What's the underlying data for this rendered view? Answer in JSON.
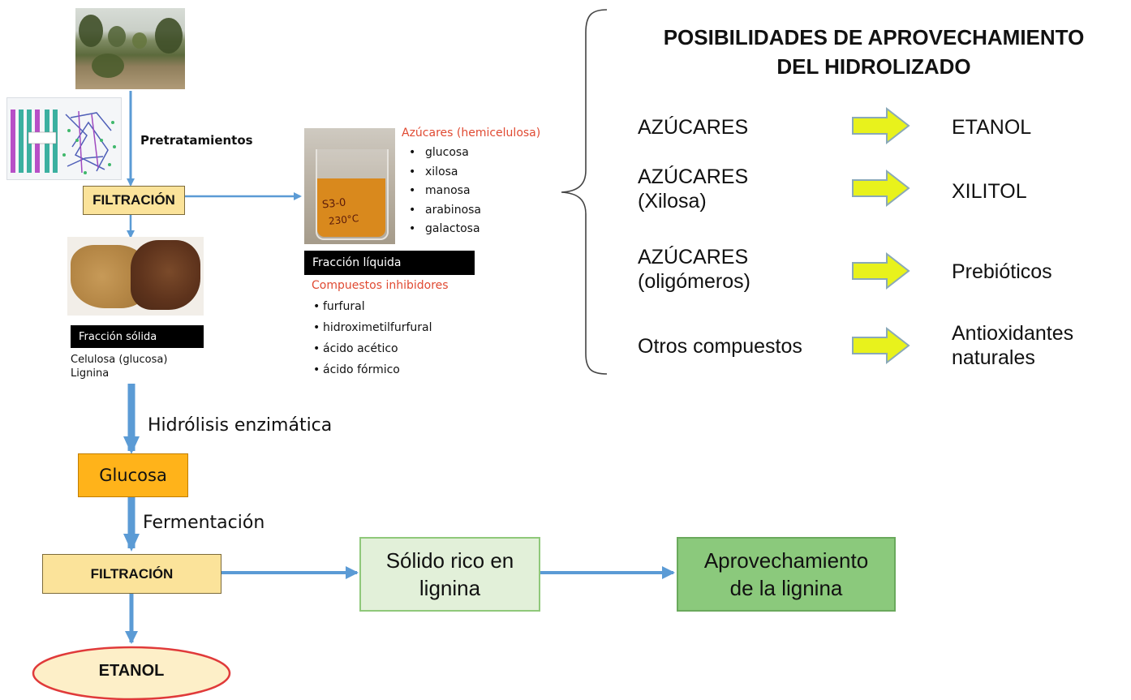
{
  "pretratamientos": "Pretratamientos",
  "filtracion_1": "FILTRACIÓN",
  "azucares_title": "Azúcares (hemicelulosa)",
  "azucares_items": [
    "glucosa",
    "xilosa",
    "manosa",
    "arabinosa",
    "galactosa"
  ],
  "beaker_label_1": "S3-0",
  "beaker_label_2": "230°C",
  "fraccion_liquida": "Fracción líquida",
  "compuestos_title": "Compuestos inhibidores",
  "compuestos_items": [
    "furfural",
    "hidroximetilfurfural",
    "ácido acético",
    "ácido fórmico"
  ],
  "fraccion_solida": "Fracción sólida",
  "solida_line1": "Celulosa  (glucosa)",
  "solida_line2": "Lignina",
  "hidrolisis": "Hidrólisis enzimática",
  "glucosa": "Glucosa",
  "fermentacion": "Fermentación",
  "filtracion_2": "FILTRACIÓN",
  "etanol": "ETANOL",
  "solido_rico_1": "Sólido rico en",
  "solido_rico_2": "lignina",
  "aprovechamiento_1": "Aprovechamiento",
  "aprovechamiento_2": "de la lignina",
  "heading_1": "POSIBILIDADES DE APROVECHAMIENTO",
  "heading_2": "DEL HIDROLIZADO",
  "options": [
    {
      "left1": "AZÚCARES",
      "left2": "",
      "right1": "ETANOL",
      "right2": ""
    },
    {
      "left1": "AZÚCARES",
      "left2": "(Xilosa)",
      "right1": "XILITOL",
      "right2": ""
    },
    {
      "left1": "AZÚCARES",
      "left2": "(oligómeros)",
      "right1": "Prebióticos",
      "right2": ""
    },
    {
      "left1": "Otros compuestos",
      "left2": "",
      "right1": "Antioxidantes",
      "right2": "naturales"
    }
  ],
  "colors": {
    "arrow_blue": "#5b9bd5",
    "filtracion_fill": "#fbe39a",
    "glucosa_fill": "#ffb31a",
    "yellow_arrow": "#e8f21c",
    "red_text": "#e04a32",
    "light_green": "#e2f0d9",
    "mid_green": "#8bc97c",
    "ellipse_fill": "#fdefc8",
    "ellipse_stroke": "#e03a3a"
  }
}
